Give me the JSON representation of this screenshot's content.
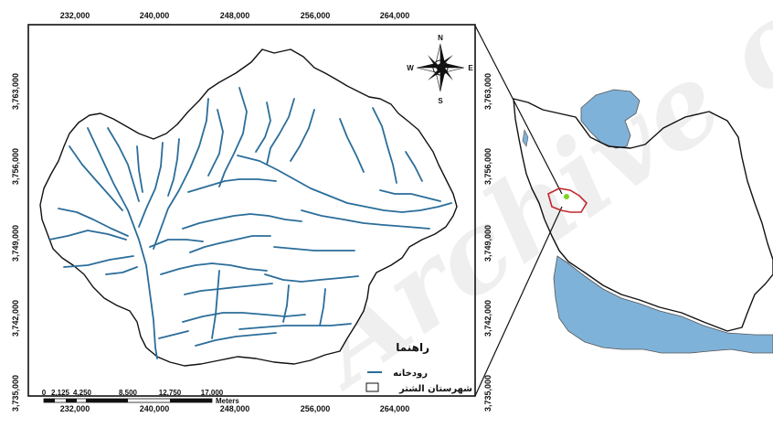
{
  "map": {
    "top_ticks": [
      "232,000",
      "240,000",
      "248,000",
      "256,000",
      "264,000"
    ],
    "bottom_ticks": [
      "232,000",
      "240,000",
      "248,000",
      "256,000",
      "264,000"
    ],
    "left_ticks": [
      "3,763,000",
      "3,756,000",
      "3,749,000",
      "3,742,000",
      "3,735,000"
    ],
    "right_ticks": [
      "3,763,000",
      "3,756,000",
      "3,749,000",
      "3,742,000",
      "3,735,000"
    ],
    "legend": {
      "title": "راهنما",
      "river": "رودخانه",
      "county": "شهرستان الشتر"
    },
    "scale_bar": {
      "labels": [
        "0",
        "2,125",
        "4,250",
        "8,500",
        "12,750",
        "17,000"
      ],
      "unit": "Meters"
    },
    "north_arrow": {
      "n": "N",
      "s": "S",
      "e": "E",
      "w": "W"
    },
    "colors": {
      "river": "#2b6d9a",
      "water": "#7fb2d9",
      "county_outline": "#c0282d",
      "highlight": "#7ed321"
    }
  }
}
